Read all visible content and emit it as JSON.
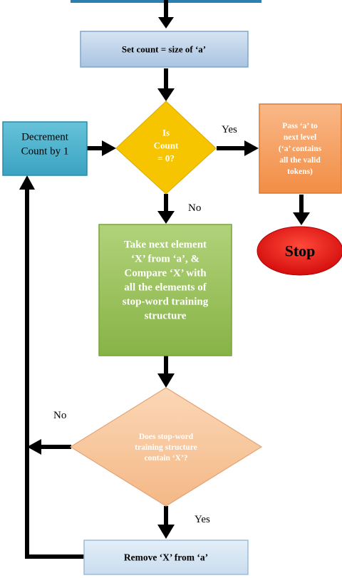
{
  "nodes": {
    "set_count": {
      "lines": [
        "Set count = size of ‘a’"
      ]
    },
    "decision_count": {
      "lines": [
        "Is",
        "Count",
        "= 0?"
      ]
    },
    "decrement": {
      "lines": [
        "Decrement",
        "Count by 1"
      ]
    },
    "pass_a": {
      "lines": [
        "Pass ‘a’ to",
        "next level",
        "(‘a’ contains",
        "all the valid",
        "tokens)"
      ]
    },
    "stop": {
      "lines": [
        "Stop"
      ]
    },
    "take_element": {
      "lines": [
        "Take next element",
        "‘X’ from ‘a’, &",
        "Compare ‘X’ with",
        "all the elements of",
        "stop-word training",
        "structure"
      ]
    },
    "decision_contains": {
      "lines": [
        "Does stop-word",
        "training structure",
        "contain ‘X’?"
      ]
    },
    "remove": {
      "lines": [
        "Remove ‘X’ from ‘a’"
      ]
    }
  },
  "edge_labels": {
    "count_yes": "Yes",
    "count_no": "No",
    "contains_no": "No",
    "contains_yes": "Yes"
  },
  "colors": {
    "blue_fill": "#b6cde6",
    "blue_stroke": "#7fa6cc",
    "teal_fill": "#4eb4ce",
    "teal_stroke": "#2c8aa6",
    "yellow_fill": "#f7c500",
    "orange_fill": "#f5a468",
    "orange_stroke": "#d97a35",
    "green_fill": "#9bc25c",
    "green_stroke": "#76a33a",
    "peach_fill": "#f8c9a0",
    "peach_stroke": "#e3a477",
    "red_fill": "#e81616",
    "arrow": "#000000",
    "top_bar": "#2d7fb0"
  }
}
